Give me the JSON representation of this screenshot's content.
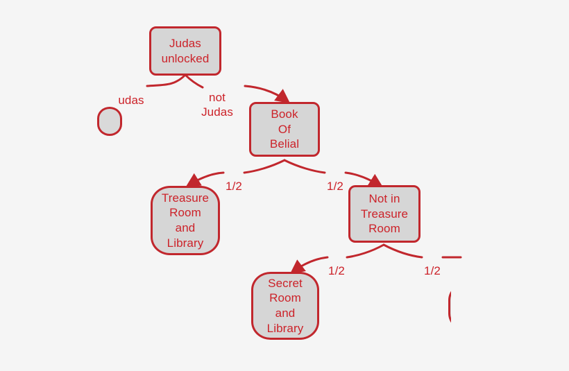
{
  "diagram": {
    "title": "Judas unlocked decision tree",
    "background_color": "#f5f5f5",
    "node_fill_color": "#d6d6d6",
    "stroke_color": "#c1272d",
    "text_color": "#cc2229",
    "nodes": [
      {
        "id": "judas-unlocked",
        "label": "Judas\nunlocked"
      },
      {
        "id": "book-of-belial",
        "label": "Book\nOf\nBelial"
      },
      {
        "id": "treasure-room",
        "label": "Treasure\nRoom\nand\nLibrary"
      },
      {
        "id": "not-in-treasure",
        "label": "Not in\nTreasure\nRoom"
      },
      {
        "id": "secret-room",
        "label": "Secret\nRoom\nand\nLibrary"
      },
      {
        "id": "clipped-left",
        "label": ""
      },
      {
        "id": "clipped-right",
        "label": ""
      }
    ],
    "edge_labels": [
      {
        "id": "judas-left",
        "label": "udas"
      },
      {
        "id": "judas-right",
        "label": "not\nJudas"
      },
      {
        "id": "belial-left-half",
        "label": "1/2"
      },
      {
        "id": "belial-right-half",
        "label": "1/2"
      },
      {
        "id": "nottreasure-left-half",
        "label": "1/2"
      },
      {
        "id": "nottreasure-right-half",
        "label": "1/2"
      }
    ]
  }
}
